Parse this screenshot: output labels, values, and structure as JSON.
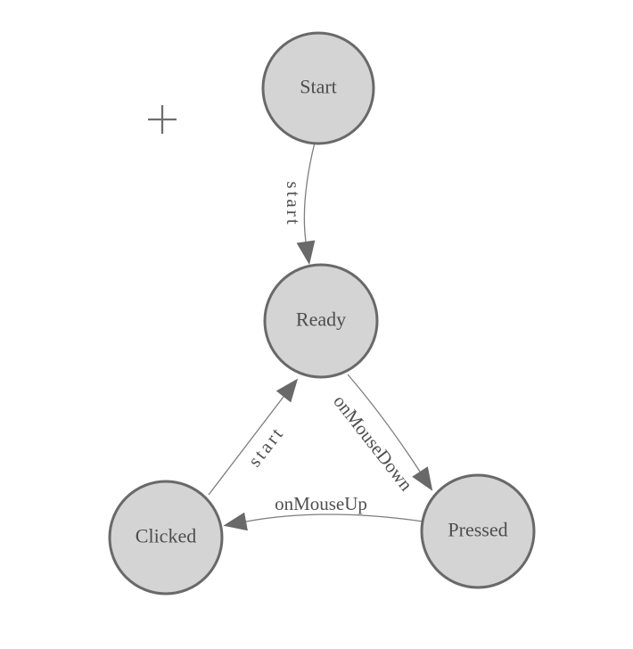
{
  "diagram": {
    "type": "finite-state-machine",
    "colors": {
      "background": "#ffffff",
      "node_fill": "#d4d4d4",
      "node_stroke": "#696969",
      "node_text": "#4d4d4d",
      "edge_line": "#7d7d7d",
      "arrowhead": "#696969",
      "edge_text": "#4f4f4f",
      "origin_cross": "#6e6e6e"
    },
    "nodes": [
      {
        "id": "start",
        "label": "Start"
      },
      {
        "id": "ready",
        "label": "Ready"
      },
      {
        "id": "clicked",
        "label": "Clicked"
      },
      {
        "id": "pressed",
        "label": "Pressed"
      }
    ],
    "edges": [
      {
        "from": "Start",
        "to": "Ready",
        "label": "start"
      },
      {
        "from": "Ready",
        "to": "Pressed",
        "label": "onMouseDown"
      },
      {
        "from": "Pressed",
        "to": "Clicked",
        "label": "onMouseUp"
      },
      {
        "from": "Clicked",
        "to": "Ready",
        "label": "start"
      }
    ],
    "icons": {
      "origin_cross": "plus-cross-icon"
    }
  }
}
